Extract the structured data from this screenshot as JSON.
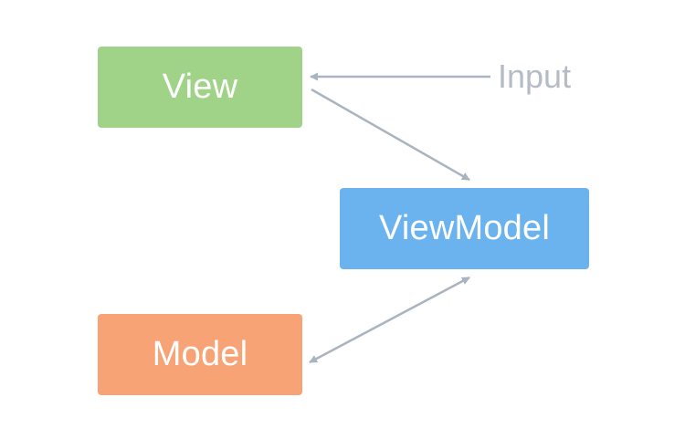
{
  "nodes": {
    "view": {
      "label": "View",
      "color": "#a0d388"
    },
    "viewmodel": {
      "label": "ViewModel",
      "color": "#6ab3ef"
    },
    "model": {
      "label": "Model",
      "color": "#f8a376"
    }
  },
  "input": {
    "label": "Input",
    "color": "#b5bcc6"
  },
  "edges": [
    {
      "from": "input",
      "to": "view",
      "direction": "one-way"
    },
    {
      "from": "view",
      "to": "viewmodel",
      "direction": "one-way"
    },
    {
      "from": "viewmodel",
      "to": "model",
      "direction": "two-way"
    }
  ],
  "arrow_color": "#a9b4c0"
}
